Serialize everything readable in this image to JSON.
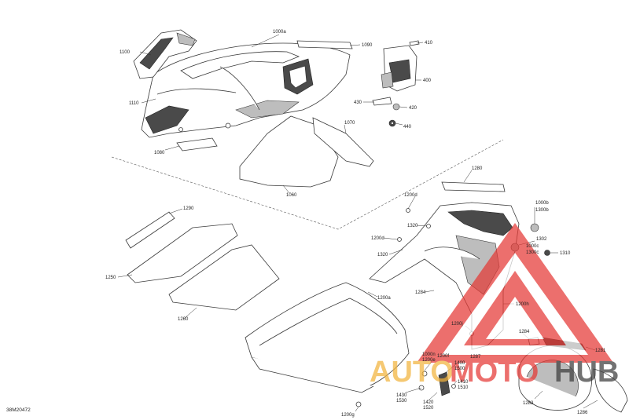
{
  "diagram": {
    "footer_code": "38M20472",
    "callouts": {
      "c1000a": "1000a",
      "c1090": "1090",
      "c410": "410",
      "c1100": "1100",
      "c400": "400",
      "c1110": "1110",
      "c430": "430",
      "c420": "420",
      "c440": "440",
      "c1070": "1070",
      "c1080": "1080",
      "c1060": "1060",
      "c1280": "1280",
      "c1200d_top": "1200d",
      "c1290": "1290",
      "c1320_a": "1320",
      "c1000b": "1000b",
      "c1300b": "1300b",
      "c1200d_mid": "1200d",
      "c1302": "1302",
      "c1320_b": "1320",
      "c1000c": "1000c",
      "c1300c": "1300c",
      "c1310": "1310",
      "c1250": "1250",
      "c1284_a": "1284",
      "c1200a": "1200a",
      "c1200h": "1200h",
      "c1260": "1260",
      "c1200j": "1200j",
      "c1284_b": "1284",
      "c1281": "1281",
      "c1000n": "1000n",
      "c1200e": "1200e",
      "c1200f": "1200f",
      "c1287": "1287",
      "c1400": "1400",
      "c1500": "1500",
      "c1410": "1410",
      "c1510": "1510",
      "c1430": "1430",
      "c1530": "1530",
      "c1420": "1420",
      "c1520": "1520",
      "c1283": "1283",
      "c1286": "1286",
      "c1200g": "1200g"
    }
  },
  "watermark": {
    "brand_part1": "AUTO",
    "brand_part2": "MOTO",
    "brand_part3": "HUB",
    "color_triangle": "#e53935",
    "color_auto": "#f2b33d",
    "color_moto": "#e53935",
    "color_hub": "#3d3d3d"
  }
}
